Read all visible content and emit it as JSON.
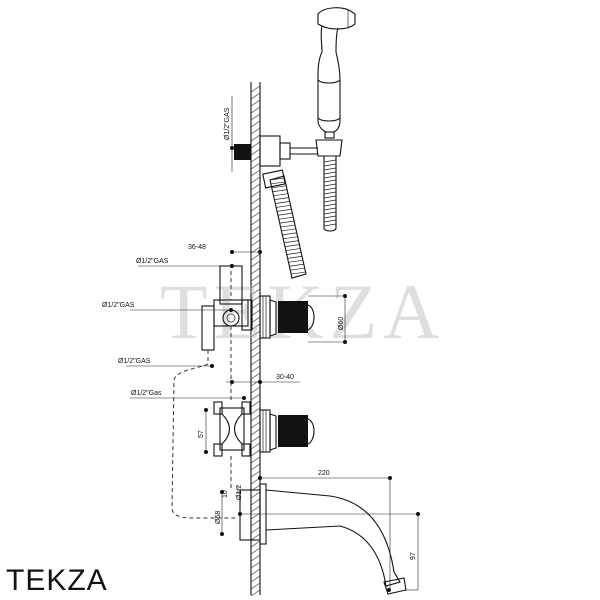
{
  "brand": "TEKZA",
  "watermark": "TEKZA",
  "labels": {
    "gas_top": "Ø1/2\"GAS",
    "dim_36_48": "36-48",
    "gas_1": "Ø1/2\"GAS",
    "gas_2": "Ø1/2\"GAS",
    "gas_3": "Ø1/2\"GAS",
    "gas_4": "Ø1/2\"Gas",
    "dim_60": "Ø60",
    "dim_30_40": "30-40",
    "dim_57": "57",
    "dim_220": "220",
    "dim_half": "Ø1/2",
    "dim_58": "Ø58",
    "dim_10": "10",
    "dim_97": "97"
  }
}
